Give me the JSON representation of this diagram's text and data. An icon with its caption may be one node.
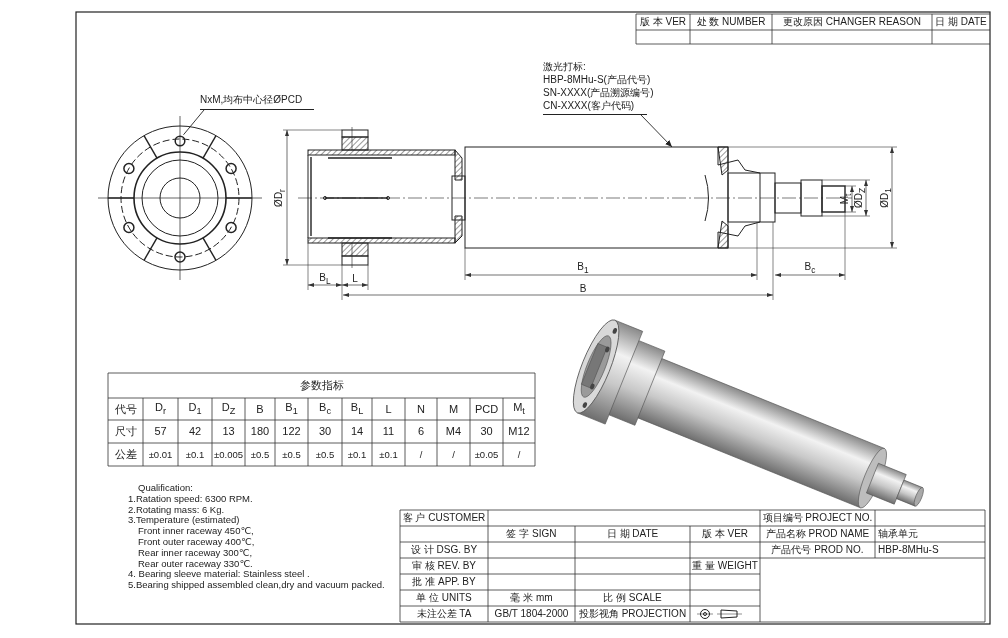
{
  "diagram": {
    "nodes": [
      {
        "text": [
          "NxM,均布中心径ØPCD"
        ]
      },
      {
        "text": [
          "激光打标:",
          "HBP-8MHu-S(产品代号)",
          "SN-XXXX(产品溯源编号)",
          "CN-XXXX(客户代码)"
        ]
      },
      {
        "text": [],
        "shape": "circle"
      }
    ],
    "edges": [
      {
        "from": 0,
        "to": 2,
        "arrow": "none"
      },
      {
        "from": 1,
        "to": null,
        "arrow": "to"
      }
    ],
    "labels": [
      "版 本 VER",
      "处 数 NUMBER",
      "更改原因 CHANGER REASON",
      "日 期 DATE",
      "ØD$_{r}$",
      "B$_{L}$",
      "L",
      "B$_{1}$",
      "B",
      "B$_{c}$",
      "M$_{t}$",
      "ØD$_{Z}$",
      "ØD$_{1}$",
      "参数指标",
      "代号",
      "D$_{r}$",
      "D$_{1}$",
      "D$_{Z}$",
      "B",
      "B$_{1}$",
      "B$_{c}$",
      "B$_{L}$",
      "L",
      "N",
      "M",
      "PCD",
      "M$_{t}$",
      "尺寸",
      "57",
      "42",
      "13",
      "180",
      "122",
      "30",
      "14",
      "11",
      "6",
      "M4",
      "30",
      "M12",
      "公差",
      "±0.01",
      "±0.1",
      "±0.005",
      "±0.5",
      "±0.5",
      "±0.5",
      "±0.1",
      "±0.1",
      "/",
      "/",
      "±0.05",
      "/",
      "Qualification:",
      "1.Ratation speed:  6300 RPM.",
      "2.Rotating mass:  6 Kg.",
      "3.Temperature (estimated)",
      "Front inner raceway 450℃,",
      "Front outer raceway 400℃,",
      "Rear inner raceway 300℃,",
      "Rear outer raceway 330℃.",
      "4. Bearing sleeve material: Stainless steel .",
      "5.Bearing shipped assembled clean,dry and vacuum packed.",
      "客 户 CUSTOMER",
      "项目编号 PROJECT NO.",
      "签 字 SIGN",
      "日 期 DATE",
      "版 本 VER",
      "产品名称 PROD NAME",
      "轴承单元",
      "设 计 DSG. BY",
      "产品代号 PROD NO.",
      "HBP-8MHu-S",
      "审 核 REV. BY",
      "重 量 WEIGHT",
      "批 准 APP. BY",
      "单 位 UNITS",
      "毫 米 mm",
      "比 例 SCALE",
      "未注公差 TA",
      "GB/T 1804-2000",
      "投影视角 PROJECTION"
    ]
  }
}
